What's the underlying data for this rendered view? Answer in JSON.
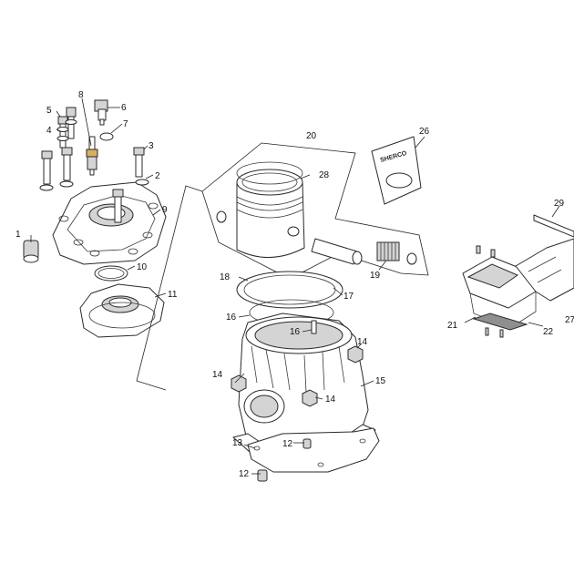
{
  "callouts": {
    "c1": "1",
    "c2": "2",
    "c3": "3",
    "c4": "4",
    "c5": "5",
    "c6": "6",
    "c7": "7",
    "c8": "8",
    "c9": "9",
    "c10": "10",
    "c11": "11",
    "c12a": "12",
    "c12b": "12",
    "c13": "13",
    "c14a": "14",
    "c14b": "14",
    "c14c": "14",
    "c15": "15",
    "c16a": "16",
    "c16b": "16",
    "c17": "17",
    "c18": "18",
    "c19": "19",
    "c20": "20",
    "c21": "21",
    "c22": "22",
    "c26": "26",
    "c27": "27",
    "c28": "28",
    "c29": "29"
  },
  "logo_text": "SHERCO",
  "colors": {
    "line": "#2a2a2a",
    "shade": "#d4d4d4",
    "accent": "#d8b060"
  }
}
